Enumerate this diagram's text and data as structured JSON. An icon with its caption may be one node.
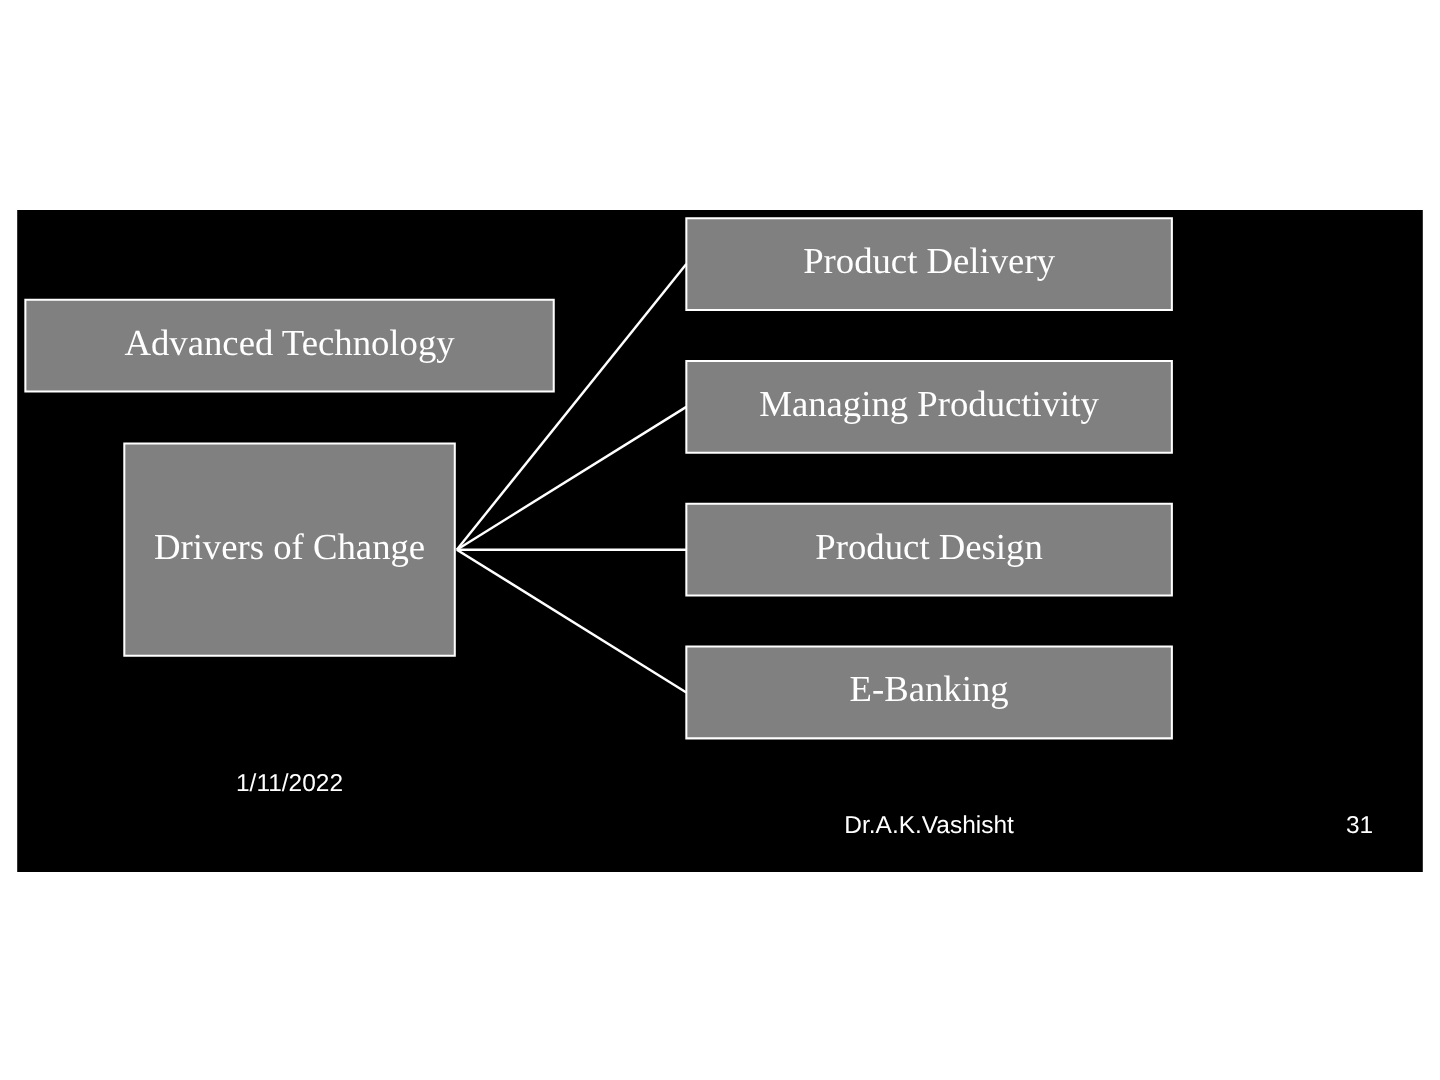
{
  "diagram": {
    "nodes": [
      {
        "text": [
          "Advanced Technology"
        ]
      },
      {
        "text": [
          "Drivers of Change"
        ]
      },
      {
        "text": [
          "Product Delivery"
        ]
      },
      {
        "text": [
          "Managing Productivity"
        ]
      },
      {
        "text": [
          "Product Design"
        ]
      },
      {
        "text": [
          "E-Banking"
        ]
      }
    ],
    "edges": [
      {
        "from": 1,
        "to": 2,
        "arrow": "none"
      },
      {
        "from": 1,
        "to": 3,
        "arrow": "none"
      },
      {
        "from": 1,
        "to": 4,
        "arrow": "none"
      },
      {
        "from": 1,
        "to": 5,
        "arrow": "none"
      }
    ],
    "labels": [
      "1/11/2022",
      "Dr.A.K.Vashisht",
      "31"
    ]
  }
}
